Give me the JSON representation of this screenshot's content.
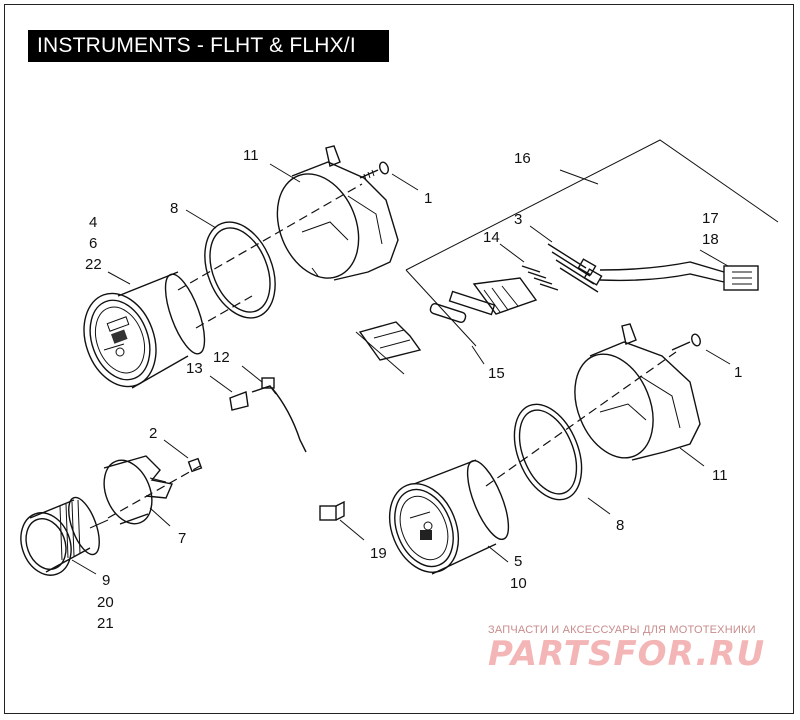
{
  "title": "INSTRUMENTS - FLHT & FLHX/I",
  "labels": {
    "l1a": "1",
    "l1b": "1",
    "l2": "2",
    "l3": "3",
    "l4": "4",
    "l6": "6",
    "l22": "22",
    "l5": "5",
    "l10": "10",
    "l7": "7",
    "l8a": "8",
    "l8b": "8",
    "l9": "9",
    "l20": "20",
    "l21": "21",
    "l11a": "11",
    "l11b": "11",
    "l12": "12",
    "l13": "13",
    "l14": "14",
    "l15": "15",
    "l16": "16",
    "l17": "17",
    "l18": "18",
    "l19": "19"
  },
  "watermark": {
    "text": "ЗАПЧАСТИ И АКСЕССУАРЫ ДЛЯ МОТОТЕХНИКИ",
    "logo": "PARTSFOR.RU"
  },
  "colors": {
    "ink": "#111111",
    "title_bg": "#000000",
    "watermark": "#f3b5b5"
  }
}
